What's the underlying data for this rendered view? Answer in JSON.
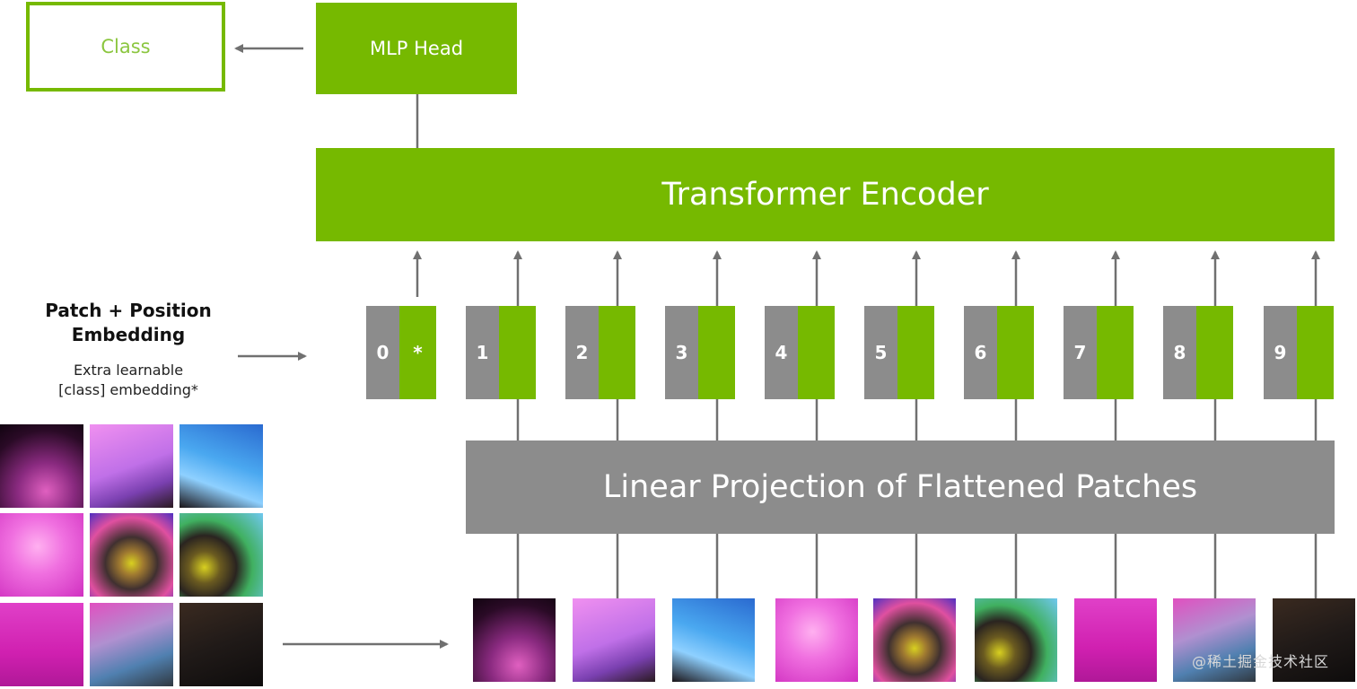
{
  "class_box": {
    "label": "Class"
  },
  "mlp_head": {
    "label": "MLP Head"
  },
  "transformer_encoder": {
    "label": "Transformer Encoder"
  },
  "linear_projection": {
    "label": "Linear Projection of Flattened Patches"
  },
  "embedding": {
    "title_line1": "Patch + Position",
    "title_line2": "Embedding",
    "subtitle_line1": "Extra learnable",
    "subtitle_line2": "[class] embedding*"
  },
  "tokens": [
    {
      "index": "0",
      "marker": "*"
    },
    {
      "index": "1",
      "marker": ""
    },
    {
      "index": "2",
      "marker": ""
    },
    {
      "index": "3",
      "marker": ""
    },
    {
      "index": "4",
      "marker": ""
    },
    {
      "index": "5",
      "marker": ""
    },
    {
      "index": "6",
      "marker": ""
    },
    {
      "index": "7",
      "marker": ""
    },
    {
      "index": "8",
      "marker": ""
    },
    {
      "index": "9",
      "marker": ""
    }
  ],
  "patches": [
    {
      "name": "patch-1-dark-magenta",
      "bg": "radial-gradient(circle at 55% 80%, #e060c0 0%, #8a2a80 35%, #2a0a26 75%, #110410 100%)"
    },
    {
      "name": "patch-2-violet-ear",
      "bg": "linear-gradient(160deg, #f090f0 0%, #c070e8 50%, #7a40b0 75%, #2a1a20 100%)"
    },
    {
      "name": "patch-3-blue-ear",
      "bg": "linear-gradient(200deg, #2a6ad0 0%, #4aa8f0 45%, #8ed0ff 70%, #1a1418 100%)"
    },
    {
      "name": "patch-4-pink-smoke",
      "bg": "radial-gradient(circle at 45% 40%, #ffb0f0 0%, #f070e0 40%, #d030c0 100%)"
    },
    {
      "name": "patch-5-cat-eye-left",
      "bg": "radial-gradient(circle at 50% 60%, #d8d020 0%, #a07a30 18%, #403030 40%, #e050a0 70%, #5030c0 100%)"
    },
    {
      "name": "patch-6-cat-eye-right",
      "bg": "radial-gradient(circle at 30% 65%, #d8d020 0%, #6a5a20 20%, #2a2420 40%, #40b060 60%, #70c8f0 100%)"
    },
    {
      "name": "patch-7-magenta",
      "bg": "linear-gradient(180deg, #e040c8 0%, #d020b0 60%, #b01898 100%)"
    },
    {
      "name": "patch-8-whiskers-blue",
      "bg": "linear-gradient(160deg, #e050c0 0%, #b090d0 40%, #5080b0 70%, #303840 100%)"
    },
    {
      "name": "patch-9-whiskers-dark",
      "bg": "linear-gradient(160deg, #3a2a20 0%, #201a18 50%, #0e0c0c 100%)"
    }
  ],
  "watermark": {
    "text": "@稀土掘金技术社区"
  },
  "colors": {
    "green": "#76b900",
    "gray": "#8c8c8c",
    "arrow": "#707070"
  }
}
